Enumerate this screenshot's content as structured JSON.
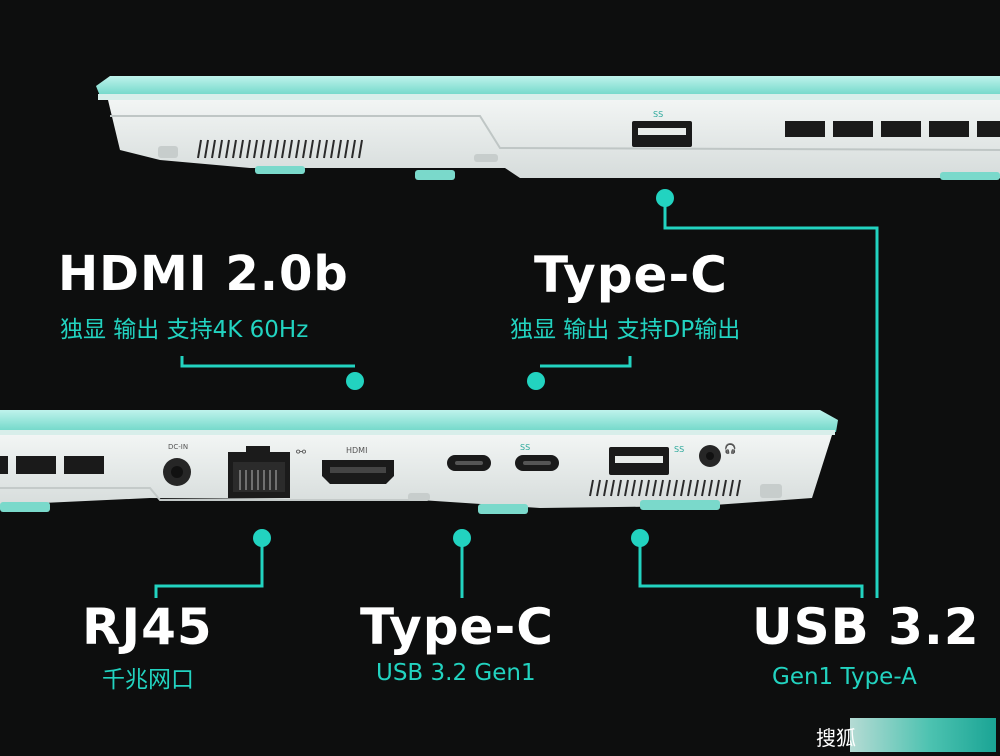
{
  "colors": {
    "accent": "#22d3c0",
    "chassis": "#e7ecea",
    "lid_edge": "#8fe3d7",
    "background": "#0d0e0e"
  },
  "callouts": {
    "hdmi": {
      "title": "HDMI 2.0b",
      "subtitle": "独显 输出 支持4K 60Hz"
    },
    "typec_top": {
      "title": "Type-C",
      "subtitle": "独显 输出 支持DP输出"
    },
    "rj45": {
      "title": "RJ45",
      "subtitle": "千兆网口"
    },
    "typec_bottom": {
      "title": "Type-C",
      "subtitle": "USB 3.2 Gen1"
    },
    "usb": {
      "title": "USB 3.2",
      "subtitle": "Gen1 Type-A"
    }
  },
  "port_labels": {
    "dcin": "DC-IN",
    "hdmi": "HDMI",
    "ss_top": "SS",
    "ss_usb": "SS",
    "ss_typec": "SS"
  },
  "watermark": {
    "text": "搜狐"
  }
}
